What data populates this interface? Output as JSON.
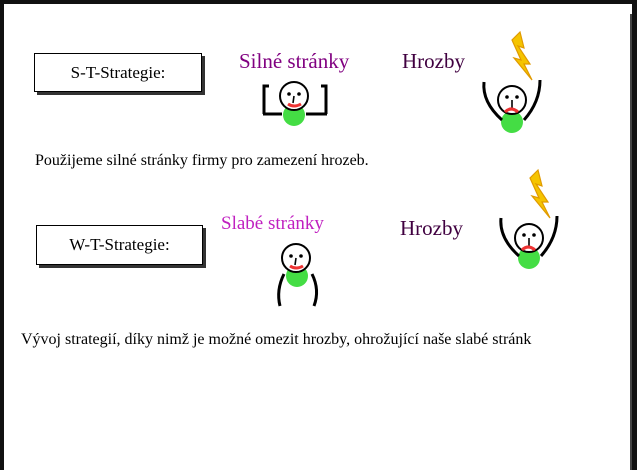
{
  "slide": {
    "st": {
      "strategy_label": "S-T-Strategie:",
      "strength_label": "Silné stránky",
      "threat_label": "Hrozby",
      "description": "Použijeme silné stránky firmy pro zamezení hrozeb."
    },
    "wt": {
      "strategy_label": "W-T-Strategie:",
      "weakness_label": "Slabé stránky",
      "threat_label": "Hrozby",
      "description": "Vývoj strategií, díky nimž je možné omezit hrozby, ohrožující naše slabé stránk"
    }
  },
  "colors": {
    "strength": "#800080",
    "weakness": "#c020c0",
    "threat": "#400040",
    "figure_body": "#44dd44",
    "mouth": "#ee3333",
    "lightning": "#f5c400"
  },
  "icons": [
    "strong-stick-figure",
    "scared-stick-figure",
    "lightning-bolt-icon",
    "weak-stick-figure"
  ]
}
